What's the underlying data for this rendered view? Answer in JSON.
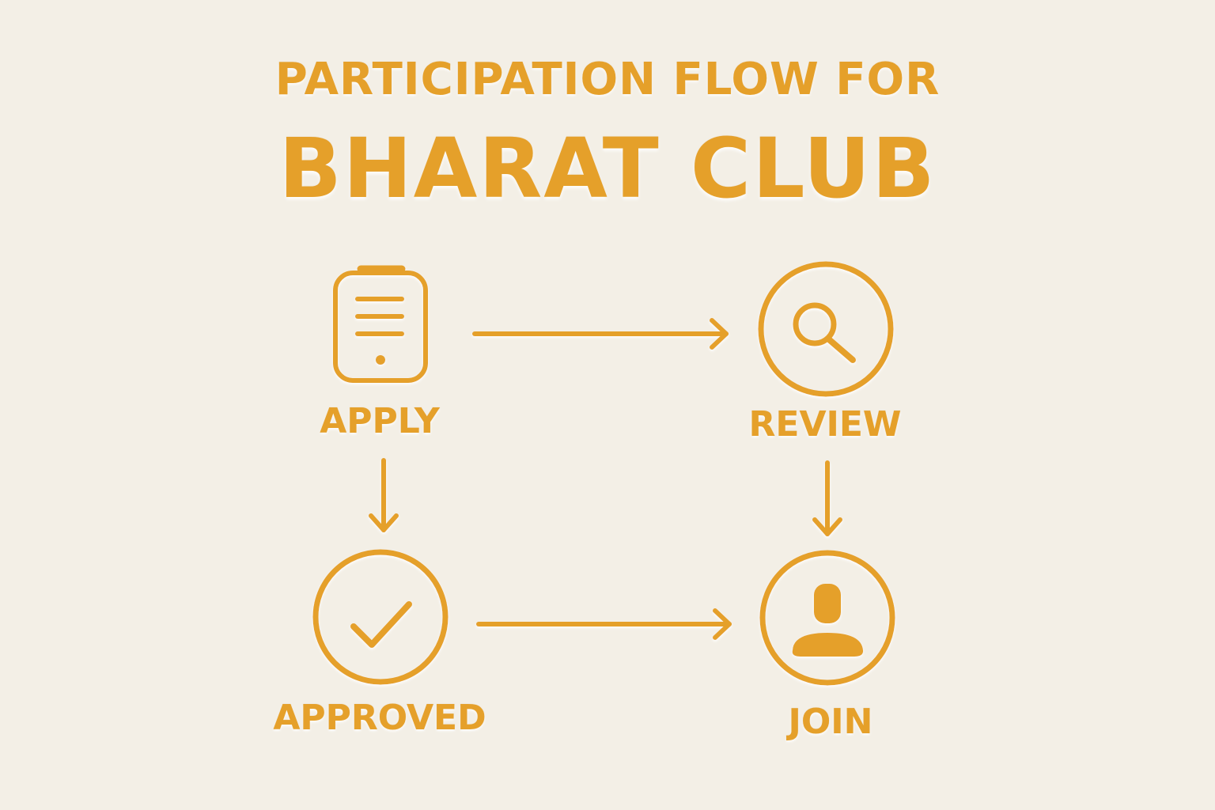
{
  "title": {
    "line1": "PARTICIPATION FLOW FOR",
    "line2": "BHARAT CLUB"
  },
  "steps": [
    {
      "label": "APPLY",
      "icon": "clipboard-phone-icon"
    },
    {
      "label": "REVIEW",
      "icon": "magnifier-icon"
    },
    {
      "label": "APPROVED",
      "icon": "checkmark-circle-icon"
    },
    {
      "label": "JOIN",
      "icon": "user-circle-icon"
    }
  ],
  "flow": [
    {
      "from": "APPLY",
      "to": "REVIEW"
    },
    {
      "from": "APPLY",
      "to": "APPROVED"
    },
    {
      "from": "REVIEW",
      "to": "JOIN"
    },
    {
      "from": "APPROVED",
      "to": "JOIN"
    }
  ],
  "colors": {
    "accent": "#e5a02a",
    "background": "#f3efe6"
  }
}
